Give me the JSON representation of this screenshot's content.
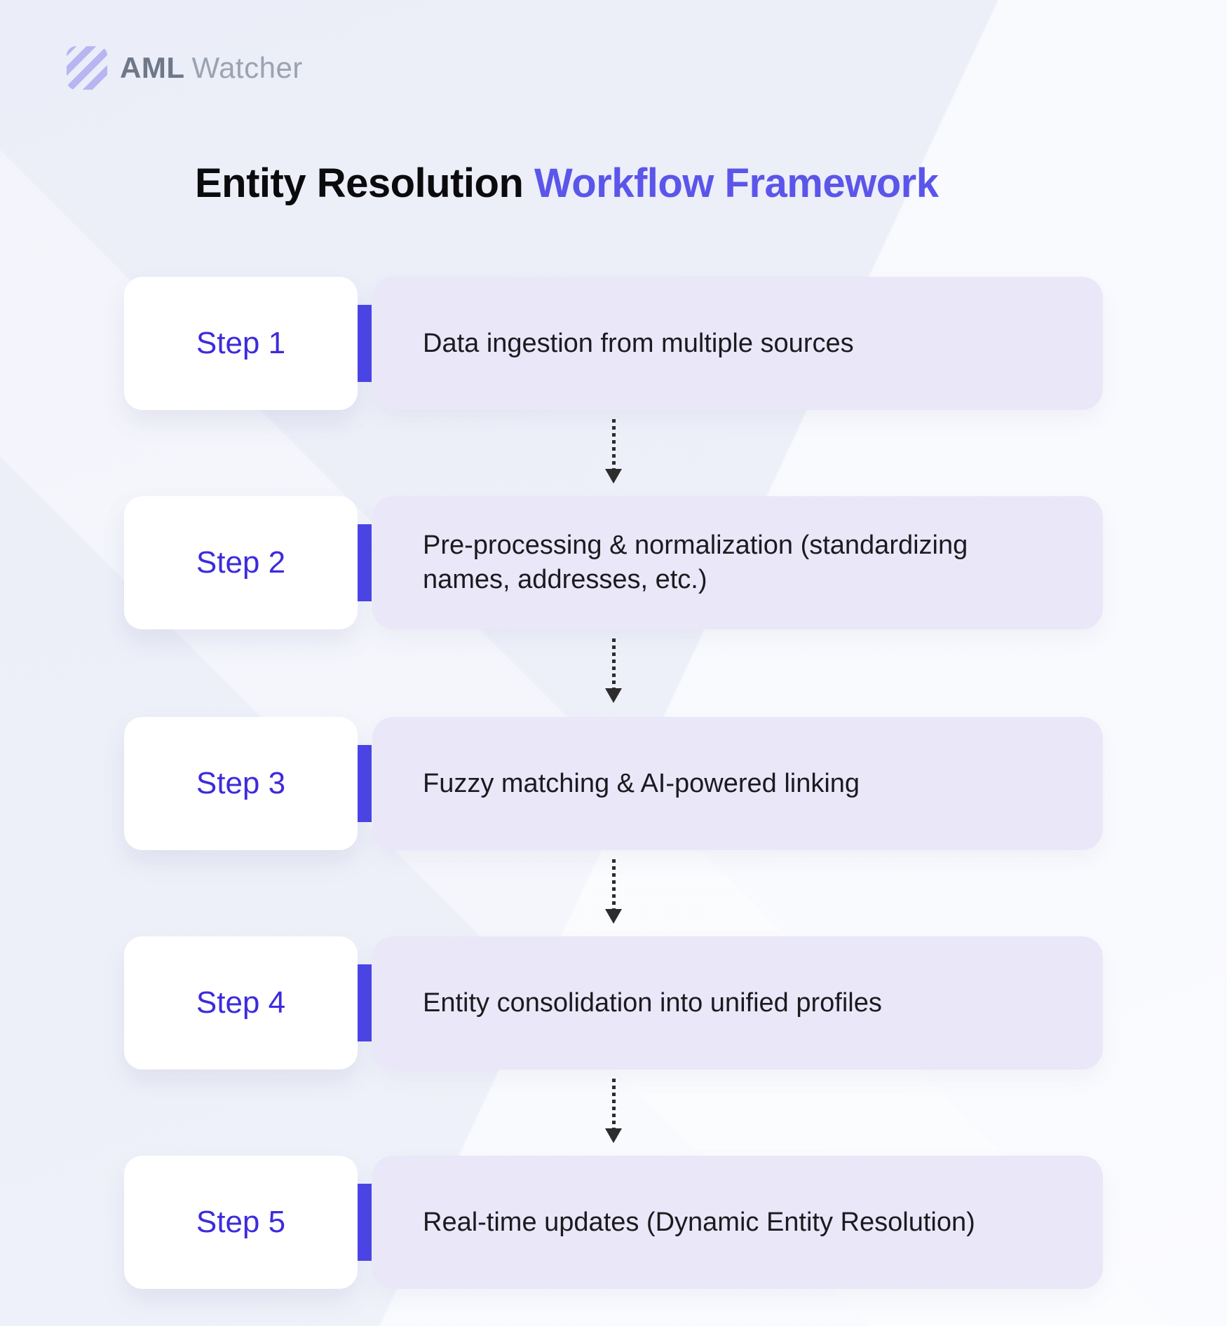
{
  "logo": {
    "brand_bold": "AML",
    "brand_light": "Watcher",
    "icon": "aml-watcher-striped-square-icon"
  },
  "title": {
    "plain": "Entity Resolution ",
    "accent": "Workflow Framework"
  },
  "steps": [
    {
      "label": "Step 1",
      "description": "Data ingestion from multiple sources"
    },
    {
      "label": "Step 2",
      "description": "Pre-processing & normalization (standardizing names, addresses, etc.)"
    },
    {
      "label": "Step 3",
      "description": "Fuzzy matching & AI-powered linking"
    },
    {
      "label": "Step 4",
      "description": "Entity consolidation into unified profiles"
    },
    {
      "label": "Step 5",
      "description": "Real-time updates (Dynamic Entity Resolution)"
    }
  ],
  "colors": {
    "accent_title": "#5b55ea",
    "step_label": "#3d2bdc",
    "connector_bar": "#4b44e6",
    "description_background": "#e9e7f8",
    "step_card_background": "#ffffff",
    "page_background": "#eceef8",
    "arrow": "#2d2d2d",
    "logo_icon": "#b9b4f2",
    "logo_bold_text": "#6e7889",
    "logo_light_text": "#9ba3b1"
  }
}
